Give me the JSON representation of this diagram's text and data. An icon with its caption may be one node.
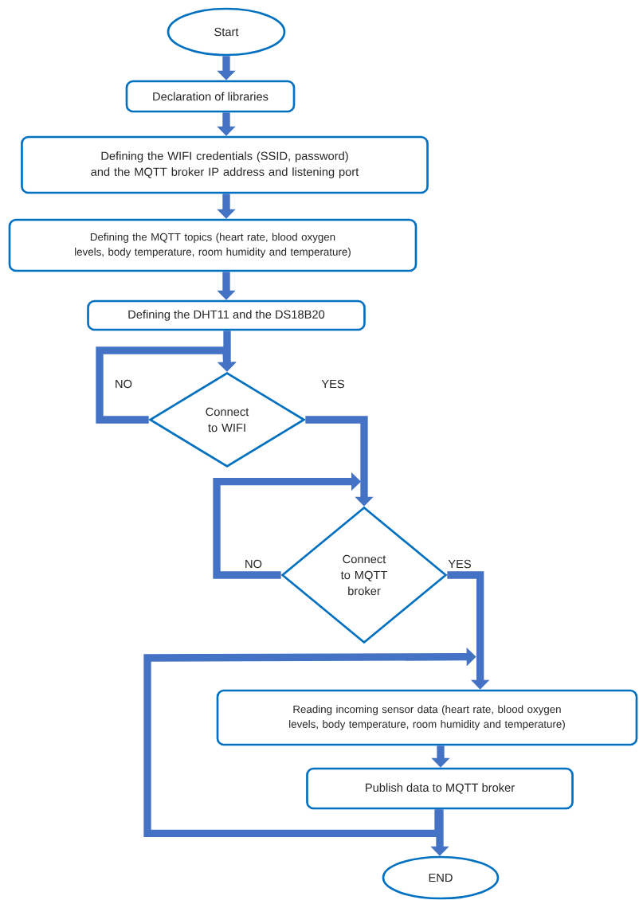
{
  "diagram": {
    "nodes": [
      {
        "text": [
          "Start"
        ]
      },
      {
        "text": [
          "Declaration of libraries"
        ]
      },
      {
        "text": [
          "Defining the WIFI credentials (SSID, password) and the MQTT broker IP address and listening port"
        ]
      },
      {
        "text": [
          "Defining the MQTT topics (heart rate, blood oxygen levels, body temperature, room humidity and temperature)"
        ]
      },
      {
        "text": [
          "Defining the DHT11 and the DS18B20"
        ]
      },
      {
        "text": [
          "Connect to WIFI"
        ]
      },
      {
        "text": [
          "Connect to MQTT broker"
        ]
      },
      {
        "text": [
          "Reading incoming sensor data (heart rate, blood oxygen levels, body temperature, room humidity and temperature)"
        ]
      },
      {
        "text": [
          "Publish data to MQTT broker"
        ]
      },
      {
        "text": [
          "END"
        ]
      }
    ],
    "edges": [
      {
        "from": 0,
        "to": 1,
        "arrow": "to"
      },
      {
        "from": 1,
        "to": 2,
        "arrow": "to"
      },
      {
        "from": 2,
        "to": 3,
        "arrow": "to"
      },
      {
        "from": 3,
        "to": 4,
        "arrow": "to"
      },
      {
        "from": 4,
        "to": 5,
        "arrow": "to"
      },
      {
        "from": 5,
        "to": 5,
        "arrow": "to",
        "label": "NO"
      },
      {
        "from": 5,
        "to": 6,
        "arrow": "to",
        "label": "YES"
      },
      {
        "from": 6,
        "to": 6,
        "arrow": "to",
        "label": "NO"
      },
      {
        "from": 6,
        "to": 7,
        "arrow": "to",
        "label": "YES"
      },
      {
        "from": 7,
        "to": 8,
        "arrow": "to"
      },
      {
        "from": 8,
        "to": 9,
        "arrow": "to"
      },
      {
        "from": 8,
        "to": 7,
        "arrow": "to"
      }
    ]
  }
}
